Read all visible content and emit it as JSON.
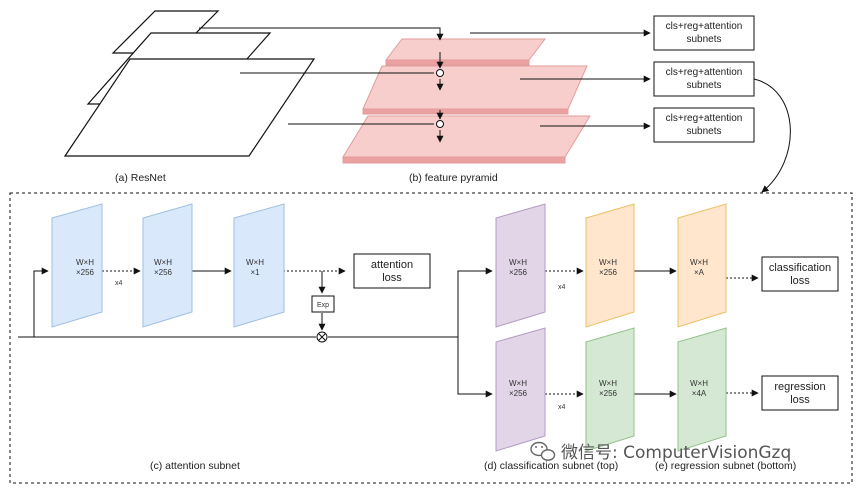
{
  "captions": {
    "resnet": "(a) ResNet",
    "pyramid": "(b) feature pyramid",
    "attention": "(c) attention subnet",
    "classification": "(d) classification subnet (top)",
    "regression": "(e) regression subnet (bottom)"
  },
  "top_boxes": {
    "line1": "cls+reg+attention",
    "line2": "subnets"
  },
  "attention": {
    "slab1": {
      "l1": "W×H",
      "l2": "×256"
    },
    "slab2": {
      "l1": "W×H",
      "l2": "×256"
    },
    "slab3": {
      "l1": "W×H",
      "l2": "×1"
    },
    "repeat": "x4",
    "exp": "Exp",
    "loss_l1": "attention",
    "loss_l2": "loss"
  },
  "cls": {
    "slab1": {
      "l1": "W×H",
      "l2": "×256"
    },
    "slab2": {
      "l1": "W×H",
      "l2": "×256"
    },
    "slab3": {
      "l1": "W×H",
      "l2": "×A"
    },
    "repeat": "x4",
    "loss_l1": "classification",
    "loss_l2": "loss"
  },
  "reg": {
    "slab1": {
      "l1": "W×H",
      "l2": "×256"
    },
    "slab2": {
      "l1": "W×H",
      "l2": "×256"
    },
    "slab3": {
      "l1": "W×H",
      "l2": "×4A"
    },
    "repeat": "x4",
    "loss_l1": "regression",
    "loss_l2": "loss"
  },
  "watermark": "微信号: ComputerVisionGzq",
  "colors": {
    "blue_fill": "#dae8fc",
    "blue_stroke": "#9ebfe0",
    "purple_fill": "#e1d5e7",
    "purple_stroke": "#b39bc5",
    "orange_fill": "#ffe6cc",
    "orange_stroke": "#e8c064",
    "green_fill": "#d5e8d4",
    "green_stroke": "#93c28a",
    "pyramid_fill": "#f8cecc",
    "pyramid_stroke": "#e29c9c"
  }
}
